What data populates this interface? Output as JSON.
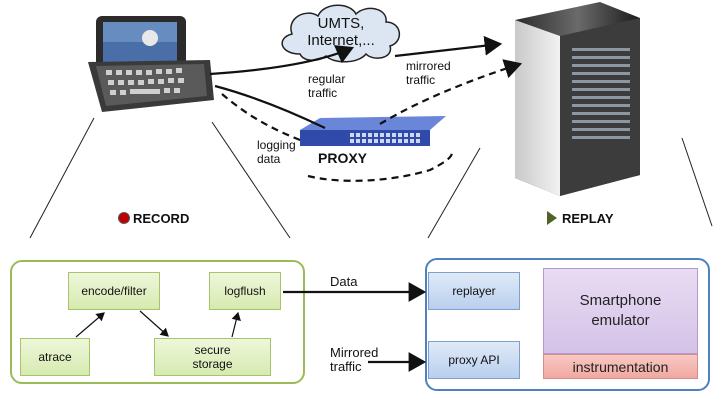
{
  "cloud": {
    "label": "UMTS,\nInternet,..."
  },
  "flows": {
    "regular_traffic": "regular\ntraffic",
    "mirrored_traffic": "mirrored\ntraffic",
    "logging_data": "logging\ndata"
  },
  "proxy": {
    "label": "PROXY"
  },
  "record": {
    "label": "RECORD",
    "color": "#c00000"
  },
  "replay": {
    "label": "REPLAY",
    "color": "#4f6228"
  },
  "record_panel": {
    "border_color": "#9bbb59",
    "boxes": {
      "encode": "encode/filter",
      "logflush": "logflush",
      "atrace": "atrace",
      "storage": "secure\nstorage"
    }
  },
  "links": {
    "data": "Data",
    "mirrored": "Mirrored\ntraffic"
  },
  "replay_panel": {
    "border_color": "#4f81bd",
    "replayer": "replayer",
    "proxy_api": "proxy API",
    "emulator": "Smartphone\nemulator",
    "instrumentation": "instrumentation"
  }
}
